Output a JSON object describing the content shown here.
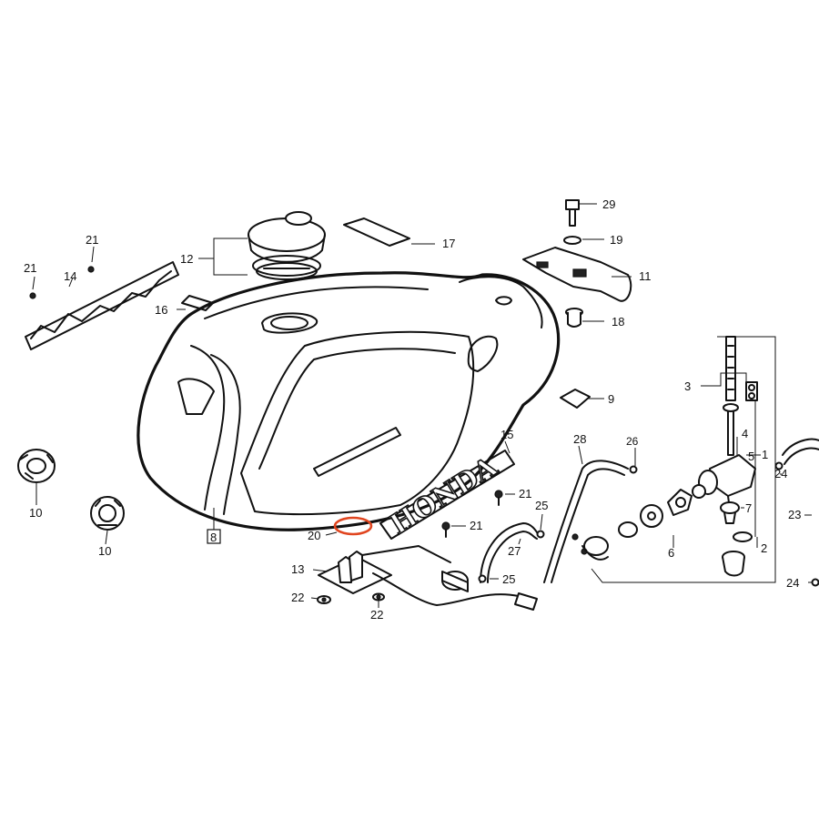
{
  "diagram": {
    "brand_mark": "HONDA",
    "highlight_color": "#e0451f",
    "ink_color": "#111111",
    "callouts": {
      "c1": "1",
      "c2": "2",
      "c3": "3",
      "c4": "4",
      "c5": "5",
      "c6": "6",
      "c7": "7",
      "c8": "8",
      "c9": "9",
      "c10a": "10",
      "c10b": "10",
      "c11": "11",
      "c12": "12",
      "c13": "13",
      "c14": "14",
      "c15": "15",
      "c16": "16",
      "c17": "17",
      "c18": "18",
      "c19": "19",
      "c20": "20",
      "c21a": "21",
      "c21b": "21",
      "c21c": "21",
      "c21d": "21",
      "c22a": "22",
      "c22b": "22",
      "c23": "23",
      "c24a": "24",
      "c24b": "24",
      "c25a": "25",
      "c25b": "25",
      "c26": "26",
      "c27": "27",
      "c28": "28",
      "c29": "29"
    }
  }
}
